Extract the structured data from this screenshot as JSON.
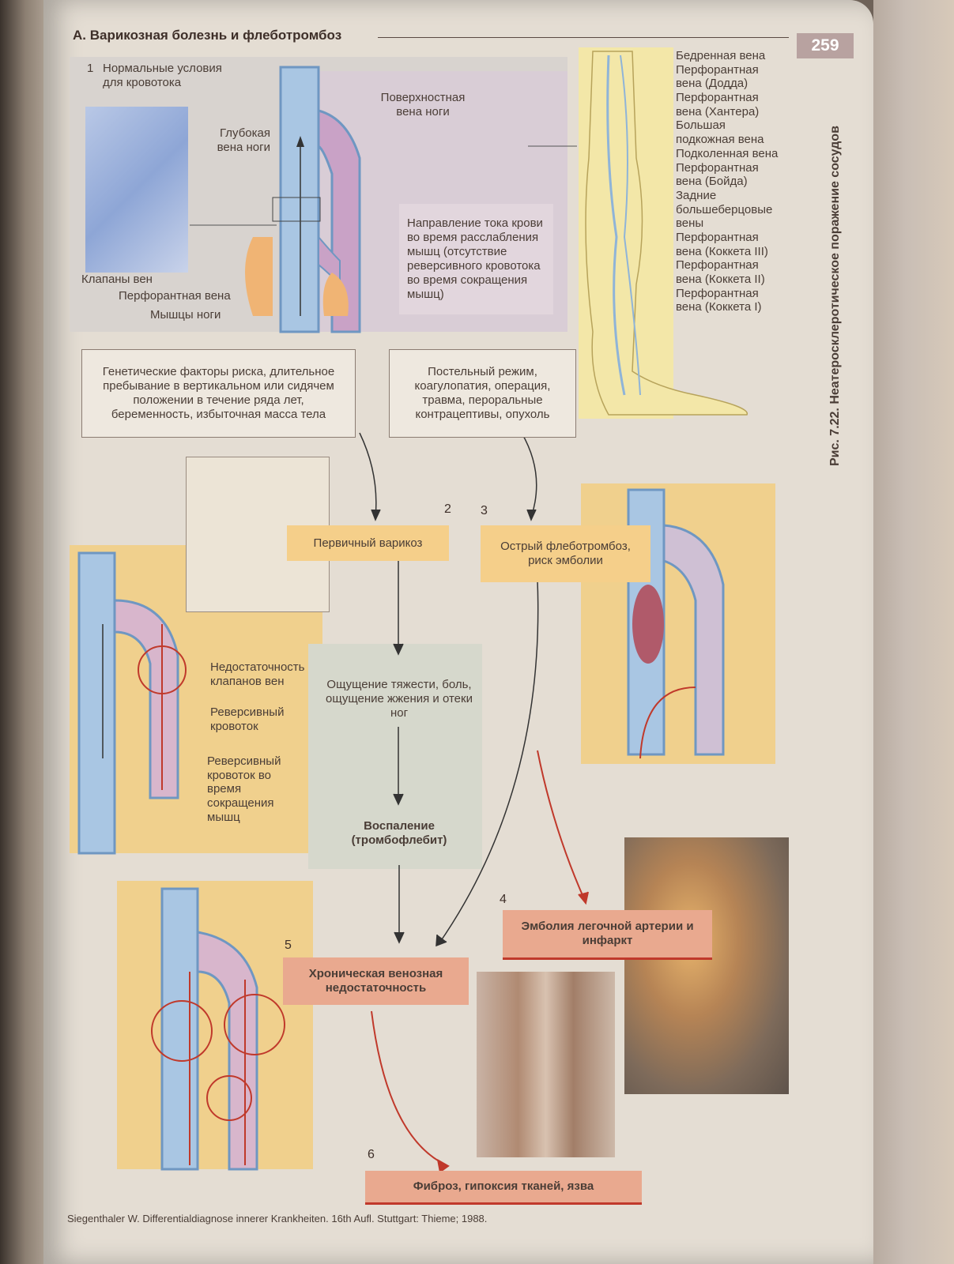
{
  "header": {
    "title": "А. Варикозная болезнь и флеботромбоз",
    "page_number": "259",
    "figure_caption": "Рис. 7.22. Неатеросклеротическое поражение сосудов"
  },
  "panel1": {
    "number": "1",
    "subtitle": "Нормальные условия для кровотока",
    "labels": {
      "deep_vein": "Глубокая вена ноги",
      "superficial_vein": "Поверхностная вена ноги",
      "valves": "Клапаны вен",
      "perforant": "Перфорантная вена",
      "muscles": "Мышцы ноги",
      "flow_direction": "Направление тока крови во время расслабления мышц (отсутствие реверсивного кровотока во время сокращения мышц)"
    }
  },
  "leg_labels": [
    "Бедренная вена",
    "Перфорантная вена (Додда)",
    "Перфорантная вена (Хантера)",
    "Большая подкожная вена",
    "Подколенная вена",
    "Перфорантная вена (Бойда)",
    "Задние большеберцовые вены",
    "Перфорантная вена (Коккета III)",
    "Перфорантная вена (Коккета II)",
    "Перфорантная вена (Коккета I)"
  ],
  "risk_factors": {
    "left": "Генетические факторы риска, длительное пребывание в вертикальном или сидячем положении в течение ряда лет, беременность, избыточная масса тела",
    "right": "Постельный режим, коагулопатия, операция, травма, пероральные контрацептивы, опухоль"
  },
  "steps": {
    "n2": "2",
    "n3": "3",
    "n4": "4",
    "n5": "5",
    "n6": "6",
    "primary_varicose": "Первичный варикоз",
    "acute_thrombosis": "Острый флеботромбоз, риск эмболии",
    "symptoms": "Ощущение тяжести, боль, ощущение жжения и отеки ног",
    "inflammation": "Воспаление (тромбофлебит)",
    "embolism": "Эмболия легочной артерии и инфаркт",
    "chronic": "Хроническая венозная недостаточность",
    "fibrosis": "Фиброз, гипоксия тканей, язва"
  },
  "panel2_labels": {
    "valve_insufficiency": "Недостаточность клапанов вен",
    "reverse_flow": "Реверсивный кровоток",
    "reverse_flow_muscle": "Реверсивный кровоток во время сокращения мышц"
  },
  "footer": {
    "source": "Siegenthaler W. Differentialdiagnose innerer Krankheiten. 16th Aufl. Stuttgart: Thieme; 1988."
  },
  "colors": {
    "yellow": "#f5cf8a",
    "salmon": "#e9a98f",
    "vein_blue": "#8fb4d8",
    "red_arrow": "#c0392b"
  }
}
